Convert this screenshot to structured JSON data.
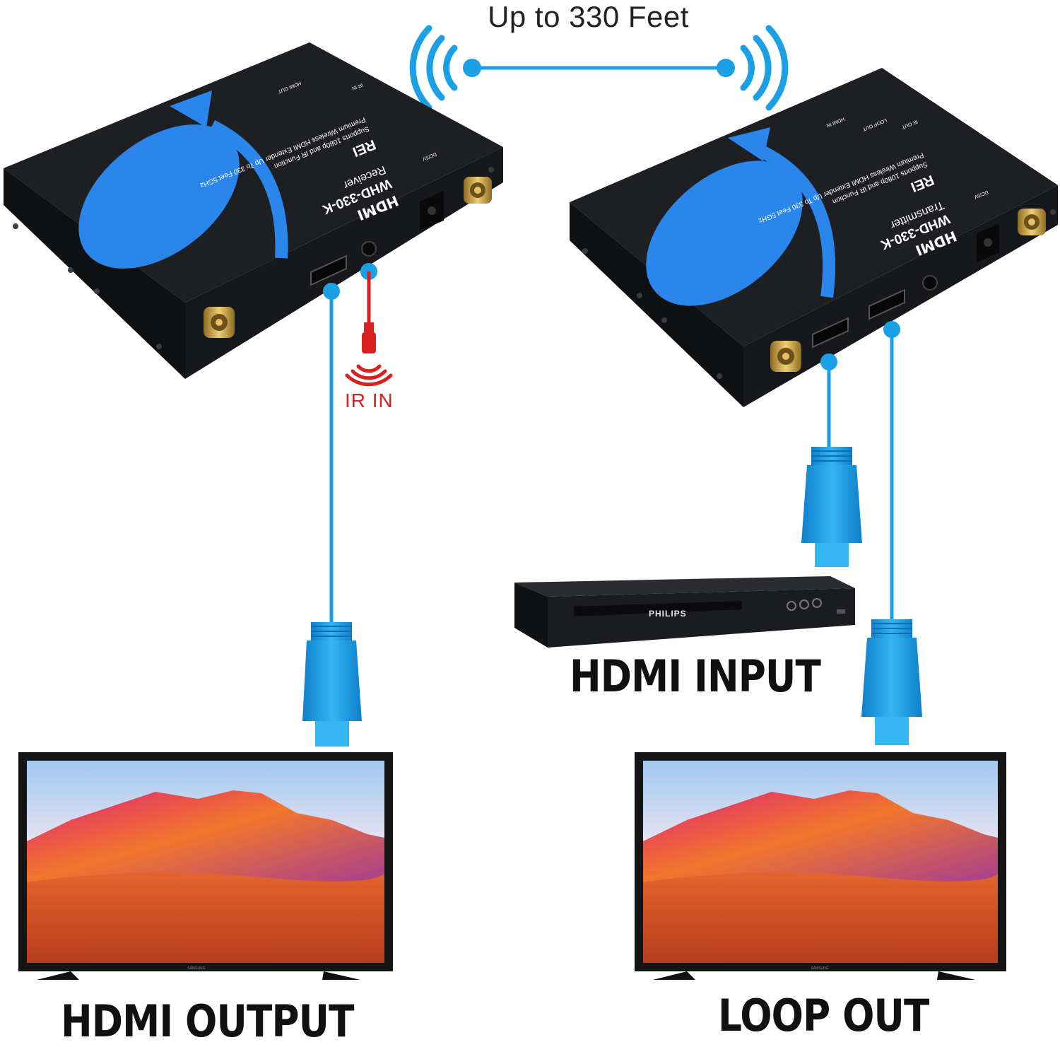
{
  "range_label": "Up to 330 Feet",
  "ir_in_label": "IR IN",
  "hdmi_input_label": "HDMI INPUT",
  "hdmi_output_label": "HDMI OUTPUT",
  "loop_out_label": "LOOP OUT",
  "receiver": {
    "brand": "REI",
    "model": "WHD-330-K",
    "role": "Receiver",
    "hdmi_logo": "HDMI",
    "tagline_1": "Premium Wireless HDMI Extender Up To 330 Feet 5GHz",
    "tagline_2": "Supports 1080p and IR Function",
    "port_dc": "DC/5V",
    "port_ir": "IR IN",
    "port_hdmi": "HDMI OUT"
  },
  "transmitter": {
    "brand": "REI",
    "model": "WHD-330-K",
    "role": "Transmitter",
    "hdmi_logo": "HDMI",
    "tagline_1": "Premium Wireless HDMI Extender Up To 330 Feet 5GHz",
    "tagline_2": "Supports 1080p and IR Function",
    "port_dc": "DC/5V",
    "port_ir": "IR OUT",
    "port_loop": "LOOP OUT",
    "port_hdmi": "HDMI IN"
  },
  "player_brand": "PHILIPS",
  "tv_brand": "SAMSUNG",
  "colors": {
    "cable_blue": "#1ba0e6",
    "device_body": "#1c1d20",
    "accent_blue": "#2a86ea",
    "ir_red": "#d8201f",
    "antenna_gold": "#c9a24a"
  },
  "icons": [
    "wireless-signal-icon",
    "ir-signal-icon",
    "hdmi-connector-icon",
    "ir-plug-icon",
    "antenna-icon"
  ]
}
